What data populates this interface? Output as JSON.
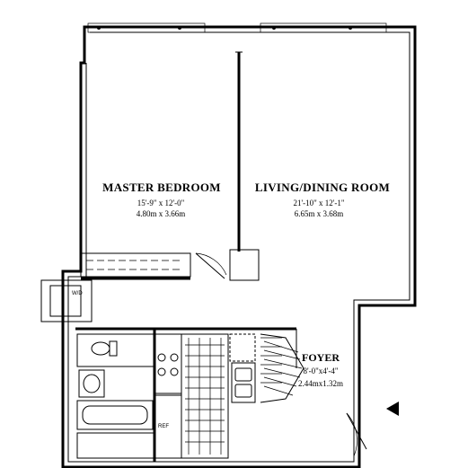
{
  "plan": {
    "rooms": {
      "master_bedroom": {
        "name": "MASTER BEDROOM",
        "dim_imperial": "15'-9\" x 12'-0\"",
        "dim_metric": "4.80m x 3.66m"
      },
      "living_dining": {
        "name": "LIVING/DINING ROOM",
        "dim_imperial": "21'-10\" x 12'-1\"",
        "dim_metric": "6.65m x 3.68m"
      },
      "foyer": {
        "name": "FOYER",
        "dim_imperial": "8'-0\"x4'-4\"",
        "dim_metric": "2.44mx1.32m"
      }
    },
    "tags": {
      "washer_dryer": "W/D",
      "refrigerator": "REF"
    }
  }
}
